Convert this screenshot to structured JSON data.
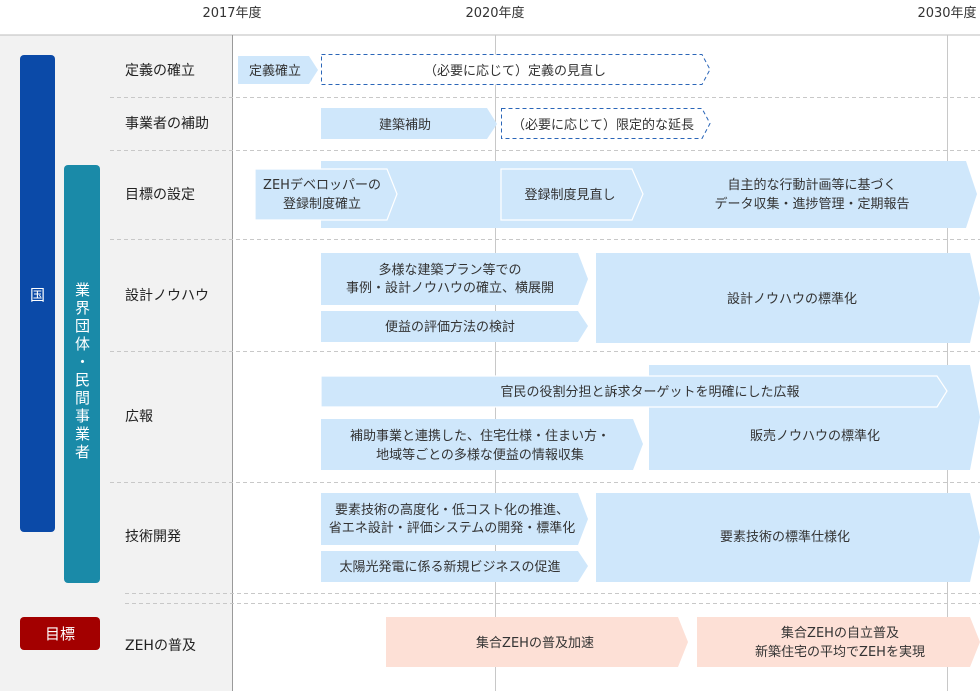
{
  "years": [
    "2017年度",
    "2020年度",
    "2030年度"
  ],
  "rows": [
    "定義の確立",
    "事業者の補助",
    "目標の設定",
    "設計ノウハウ",
    "広報",
    "技術開発",
    "ZEHの普及"
  ],
  "actors": {
    "kuni": "国",
    "industry": "業界団体・民間事業者",
    "goal": "目標"
  },
  "items": {
    "def1": "定義確立",
    "def2": "（必要に応じて）定義の見直し",
    "sub1": "建築補助",
    "sub2": "（必要に応じて）限定的な延長",
    "tgt1": [
      "ZEHデベロッパーの",
      "登録制度確立"
    ],
    "tgt2": "登録制度見直し",
    "tgt3": [
      "自主的な行動計画等に基づく",
      "データ収集・進捗管理・定期報告"
    ],
    "des1": [
      "多様な建築プラン等での",
      "事例・設計ノウハウの確立、横展開"
    ],
    "des2": "便益の評価方法の検討",
    "des3": "設計ノウハウの標準化",
    "pr1": "官民の役割分担と訴求ターゲットを明確にした広報",
    "pr2": [
      "補助事業と連携した、住宅仕様・住まい方・",
      "地域等ごとの多様な便益の情報収集"
    ],
    "pr3": "販売ノウハウの標準化",
    "tech1": [
      "要素技術の高度化・低コスト化の推進、",
      "省エネ設計・評価システムの開発・標準化"
    ],
    "tech2": "太陽光発電に係る新規ビジネスの促進",
    "tech3": "要素技術の標準仕様化",
    "zeh1": "集合ZEHの普及加速",
    "zeh2": [
      "集合ZEHの自立普及",
      "新築住宅の平均でZEHを実現"
    ]
  },
  "colors": {
    "kuni": "#0b4aa8",
    "industry": "#1a8aa8",
    "goal": "#a30000",
    "box": "#cfe7fb",
    "goal_box": "#fde0d6",
    "dashed": "#2b66b8"
  }
}
